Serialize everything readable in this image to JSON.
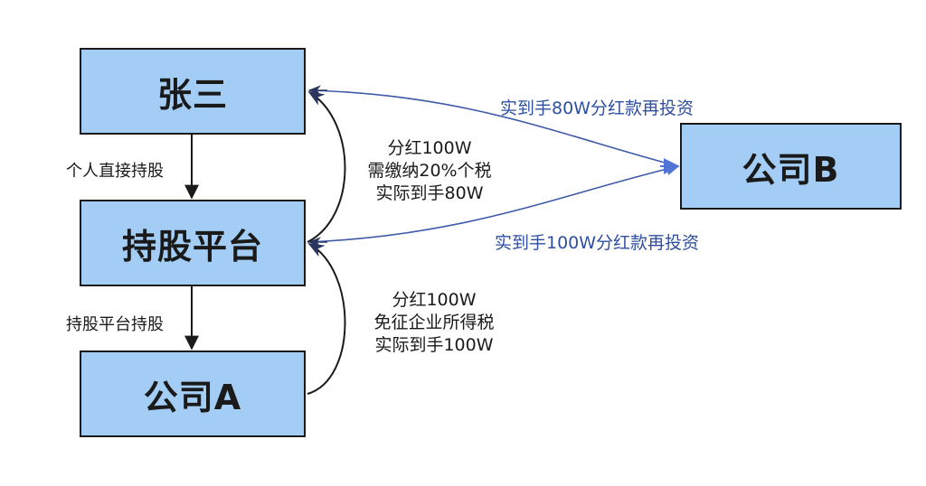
{
  "nodes": {
    "zhangsan": "张三",
    "platform": "持股平台",
    "companyA": "公司A",
    "companyB": "公司B"
  },
  "edge_labels": {
    "direct_hold": "个人直接持股",
    "platform_hold": "持股平台持股"
  },
  "notes": {
    "top": [
      "分红100W",
      "需缴纳20%个税",
      "实际到手80W"
    ],
    "bottom": [
      "分红100W",
      "免征企业所得税",
      "实际到手100W"
    ]
  },
  "reinvest_labels": {
    "top": "实到手80W分红款再投资",
    "bottom": "实到手100W分红款再投资"
  },
  "colors": {
    "node_fill": "#a3cdf5",
    "node_border": "#1a1a1a",
    "reinvest_line": "#3d5aa8",
    "reinvest_text": "#2f4fa0",
    "arrow_head_b": "#4f74d6"
  }
}
